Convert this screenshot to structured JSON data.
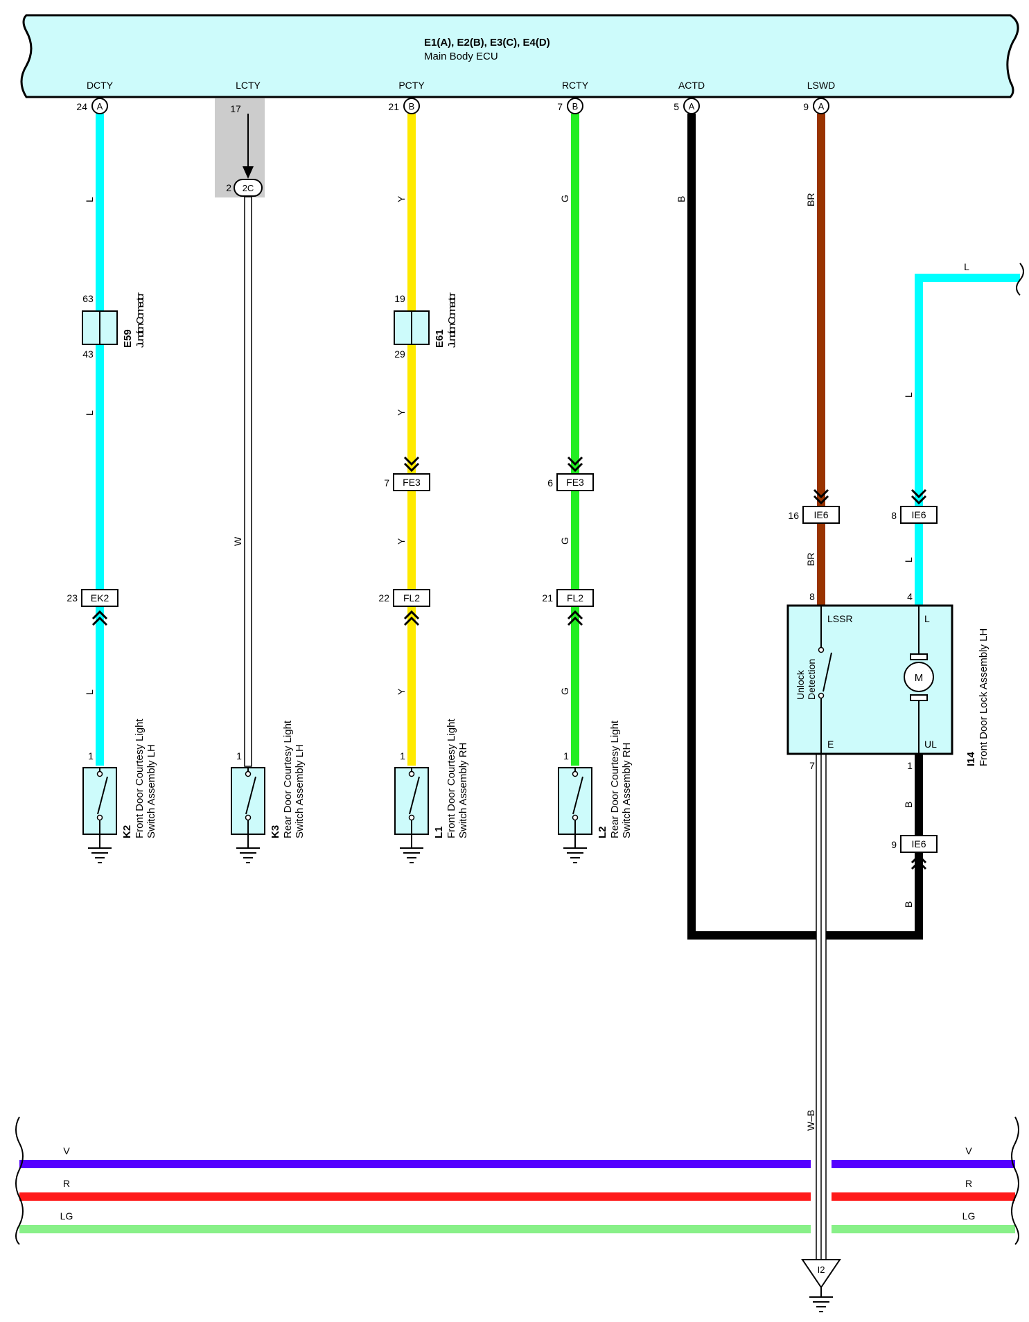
{
  "ecu": {
    "title": "E1(A), E2(B), E3(C), E4(D)",
    "subtitle": "Main Body ECU",
    "fill_color": "#cdfbfb"
  },
  "terminals": {
    "dcty": {
      "name": "DCTY",
      "pin": "24",
      "conn": "A"
    },
    "lcty": {
      "name": "LCTY",
      "pin": "17"
    },
    "pcty": {
      "name": "PCTY",
      "pin": "21",
      "conn": "B"
    },
    "rcty": {
      "name": "RCTY",
      "pin": "7",
      "conn": "B"
    },
    "actd": {
      "name": "ACTD",
      "pin": "5",
      "conn": "A"
    },
    "lswd": {
      "name": "LSWD",
      "pin": "9",
      "conn": "A"
    }
  },
  "wire_colors": {
    "L": "#00ffff",
    "Y": "#ffea00",
    "G": "#22ee22",
    "B": "#000000",
    "BR": "#993300",
    "W": "#ffffff",
    "V": "#5500ff",
    "R": "#ff1a1a",
    "LG": "#88f088"
  },
  "wire_labels": {
    "l": "L",
    "y": "Y",
    "g": "G",
    "b": "B",
    "br": "BR",
    "w": "W",
    "wb": "W–B",
    "v": "V",
    "r": "R",
    "lg": "LG"
  },
  "lcty_connector": {
    "pin": "2",
    "code": "2C"
  },
  "junction_e59": {
    "code": "E59",
    "label": "Junction Connector",
    "pin_top": "63",
    "pin_bottom": "43"
  },
  "junction_e61": {
    "code": "E61",
    "label": "Junction Connector",
    "pin_top": "19",
    "pin_bottom": "29"
  },
  "connectors": {
    "ek2": {
      "code": "EK2",
      "pin": "23"
    },
    "fe3_left": {
      "code": "FE3",
      "pin": "7"
    },
    "fe3_right": {
      "code": "FE3",
      "pin": "6"
    },
    "fl2_left": {
      "code": "FL2",
      "pin": "22"
    },
    "fl2_right": {
      "code": "FL2",
      "pin": "21"
    },
    "ie6_br": {
      "code": "IE6",
      "pin": "16"
    },
    "ie6_l": {
      "code": "IE6",
      "pin": "8"
    },
    "ie6_b": {
      "code": "IE6",
      "pin": "9"
    }
  },
  "switches": {
    "k2": {
      "code": "K2",
      "line1": "Front Door Courtesy Light",
      "line2": "Switch Assembly LH",
      "pin": "1"
    },
    "k3": {
      "code": "K3",
      "line1": "Rear Door Courtesy Light",
      "line2": "Switch Assembly LH",
      "pin": "1"
    },
    "l1": {
      "code": "L1",
      "line1": "Front Door Courtesy Light",
      "line2": "Switch Assembly RH",
      "pin": "1"
    },
    "l2": {
      "code": "L2",
      "line1": "Rear Door Courtesy Light",
      "line2": "Switch Assembly RH",
      "pin": "1"
    }
  },
  "door_lock": {
    "code": "I14",
    "label": "Front Door Lock Assembly LH",
    "lssr": "LSSR",
    "l_term": "L",
    "e_term": "E",
    "ul_term": "UL",
    "unlock_line1": "Unlock",
    "unlock_line2": "Detection",
    "motor": "M",
    "pin_lssr": "8",
    "pin_l": "4",
    "pin_e": "7",
    "pin_ul": "1"
  },
  "ground_ref": {
    "code": "I2"
  }
}
